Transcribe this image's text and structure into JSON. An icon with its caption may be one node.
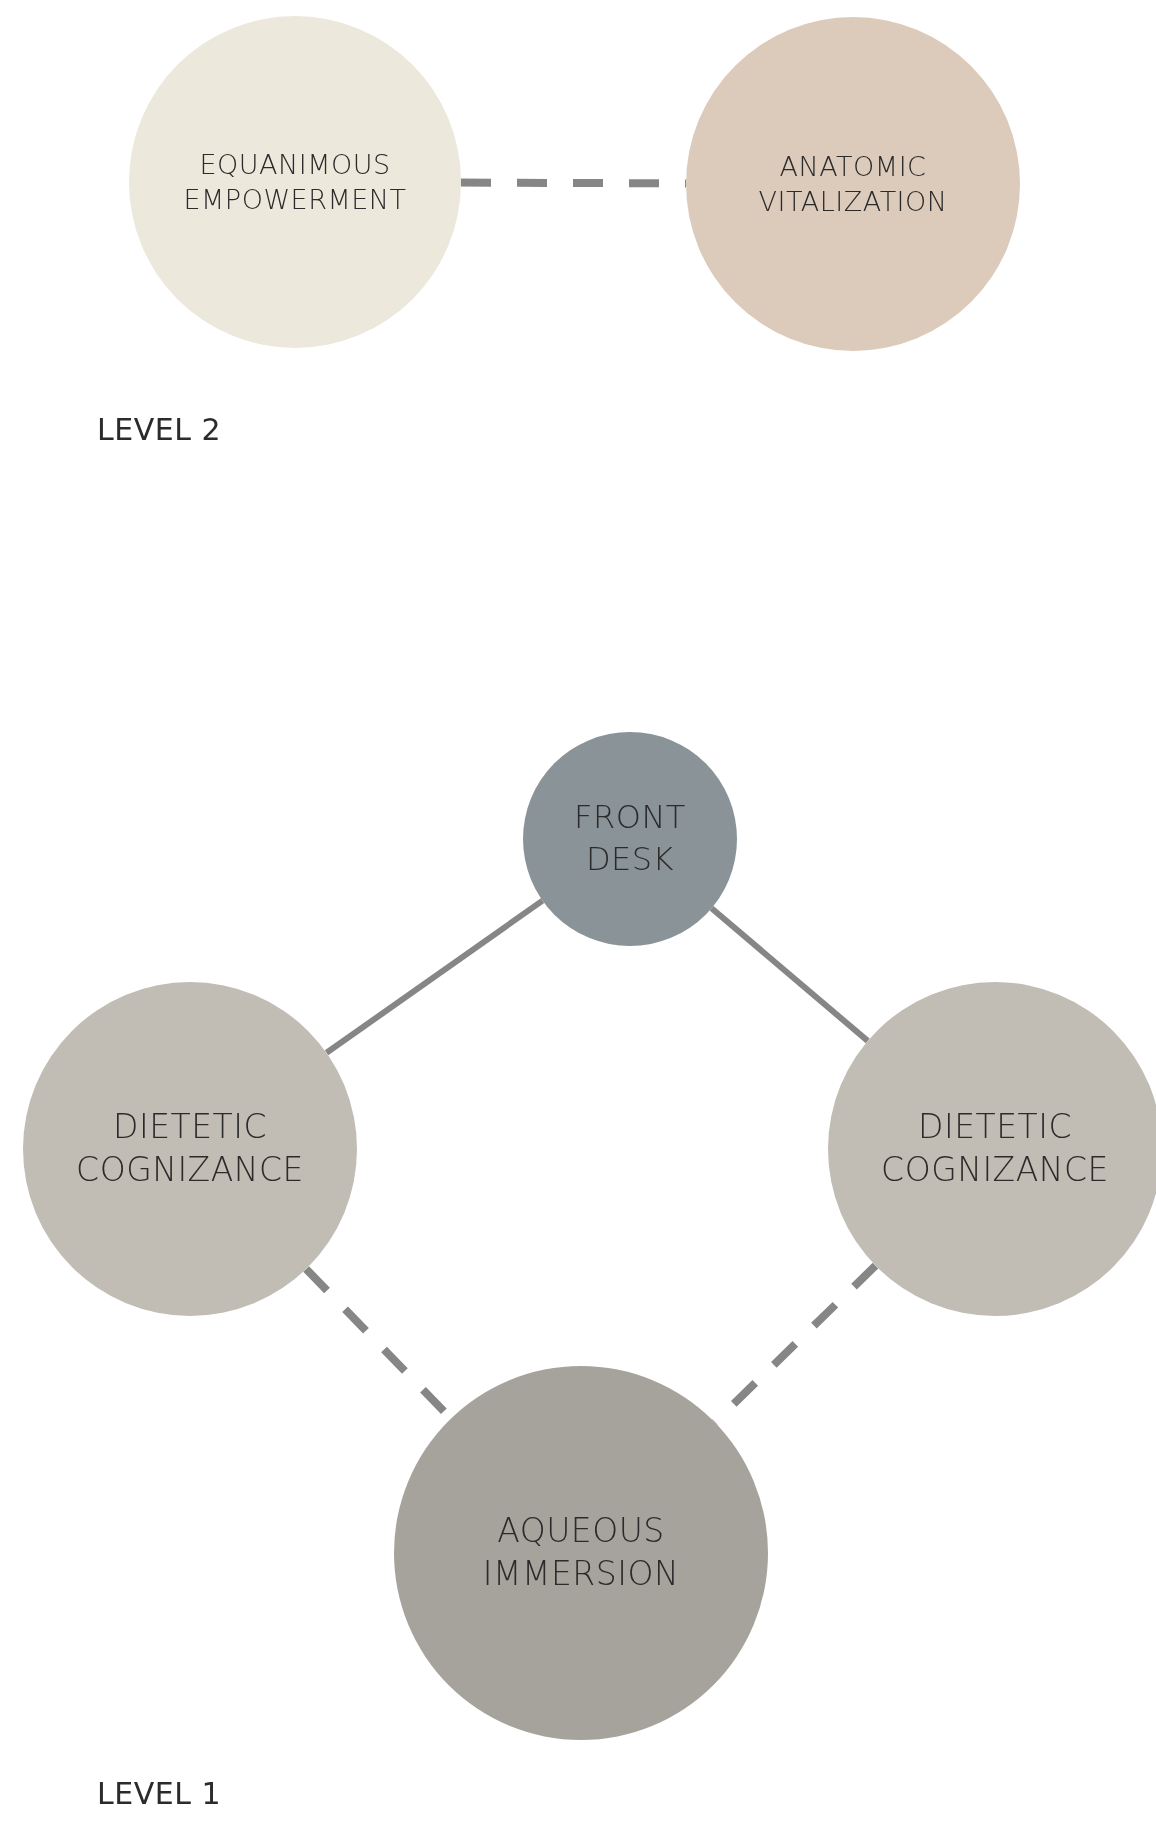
{
  "diagram": {
    "nodes": [
      {
        "text": [
          "EQUANIMOUS EMPOWERMENT"
        ]
      },
      {
        "text": [
          "ANATOMIC VITALIZATION"
        ]
      },
      {
        "text": [
          "FRONT DESK"
        ]
      },
      {
        "text": [
          "DIETETIC COGNIZANCE"
        ]
      },
      {
        "text": [
          "DIETETIC COGNIZANCE"
        ]
      },
      {
        "text": [
          "AQUEOUS IMMERSION"
        ]
      }
    ],
    "edges": [
      {
        "from": 0,
        "to": 1,
        "arrow": "none",
        "style": "dashed"
      },
      {
        "from": 2,
        "to": 3,
        "arrow": "none"
      },
      {
        "from": 2,
        "to": 4,
        "arrow": "none"
      },
      {
        "from": 3,
        "to": 5,
        "arrow": "none",
        "style": "dashed"
      },
      {
        "from": 4,
        "to": 5,
        "arrow": "none",
        "style": "dashed"
      }
    ],
    "labels": [
      "LEVEL 2",
      "LEVEL 1"
    ]
  }
}
